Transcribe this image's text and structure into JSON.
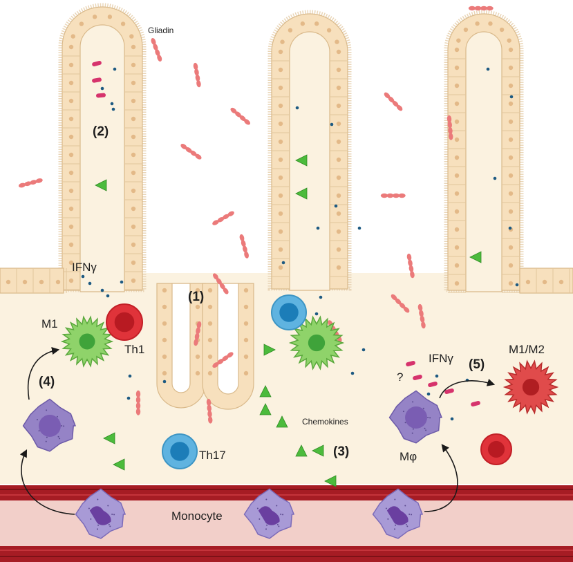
{
  "labels": {
    "gliadin": "Gliadin",
    "ifng_left": "IFNγ",
    "m1": "M1",
    "th1": "Th1",
    "th17": "Th17",
    "chemokines": "Chemokines",
    "ifng_right": "IFNγ",
    "question": "?",
    "m1m2": "M1/M2",
    "mphi": "Mφ",
    "monocyte": "Monocyte"
  },
  "steps": {
    "s1": "(1)",
    "s2": "(2)",
    "s3": "(3)",
    "s4": "(4)",
    "s5": "(5)"
  },
  "colors": {
    "lamina": "#fbf2e0",
    "epithelium": "#f7e0bd",
    "enterocyte_nucleus": "#e3b988",
    "brush_border": "#ead6b8",
    "vessel_wall": "#a61c24",
    "vessel_lumen": "#f2cfc9",
    "gliadin": "#eb7a7a",
    "peptide": "#d6336c",
    "cytokine_dot": "#1d5a82",
    "chemokine": "#4cbb3c",
    "m1": "#8fd36a",
    "th1": "#e0333a",
    "th17": "#5fb3e0",
    "mphi": "#9583c6",
    "monocyte": "#a89ad6",
    "m1m2": "#e04b4b"
  },
  "icons": [
    "gliadin-icon",
    "peptide-icon",
    "cytokine-dot-icon",
    "chemokine-triangle-icon",
    "arrow-icon"
  ]
}
